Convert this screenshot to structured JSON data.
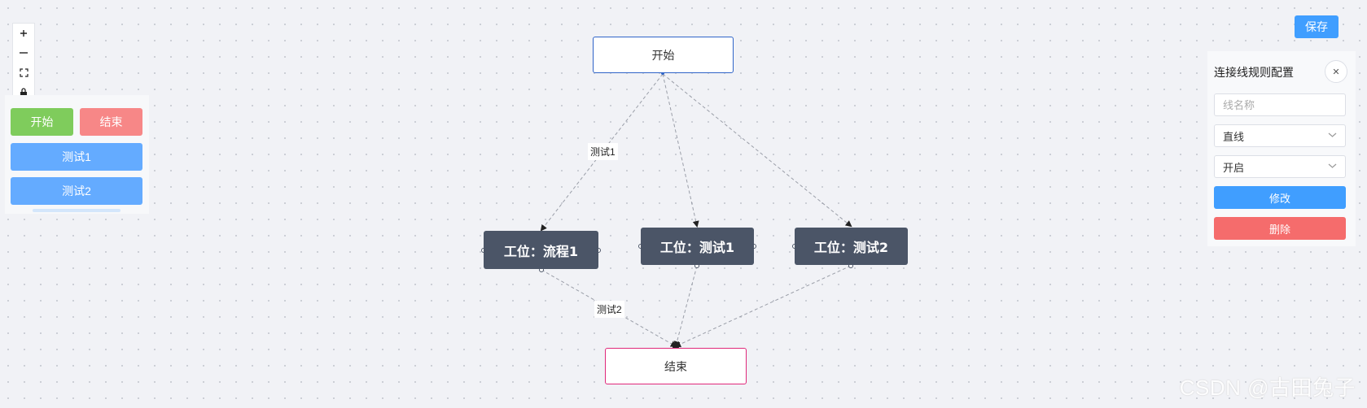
{
  "toolbar": {
    "save_label": "保存",
    "zoom": {
      "zoom_in_icon": "plus-icon",
      "zoom_out_icon": "minus-icon",
      "fit_icon": "fullscreen-icon",
      "lock_icon": "lock-icon"
    }
  },
  "palette": {
    "start_label": "开始",
    "end_label": "结束",
    "items": [
      {
        "label": "测试1"
      },
      {
        "label": "测试2"
      }
    ]
  },
  "flow": {
    "start_node": "开始",
    "end_node": "结束",
    "stations": [
      {
        "label": "工位：流程1"
      },
      {
        "label": "工位：测试1"
      },
      {
        "label": "工位：测试2"
      }
    ],
    "edge_labels": [
      "测试1",
      "测试2"
    ]
  },
  "panel": {
    "title": "连接线规则配置",
    "close_icon": "close-icon",
    "name_placeholder": "线名称",
    "line_type_value": "直线",
    "status_value": "开启",
    "modify_label": "修改",
    "delete_label": "删除"
  },
  "watermark": "CSDN @古田兔子",
  "colors": {
    "primary": "#409eff",
    "success": "#7fcc5c",
    "danger": "#f78787",
    "palette_item": "#64abff",
    "station": "#4b5567",
    "start_border": "#2f64c8",
    "end_border": "#e0287a"
  }
}
